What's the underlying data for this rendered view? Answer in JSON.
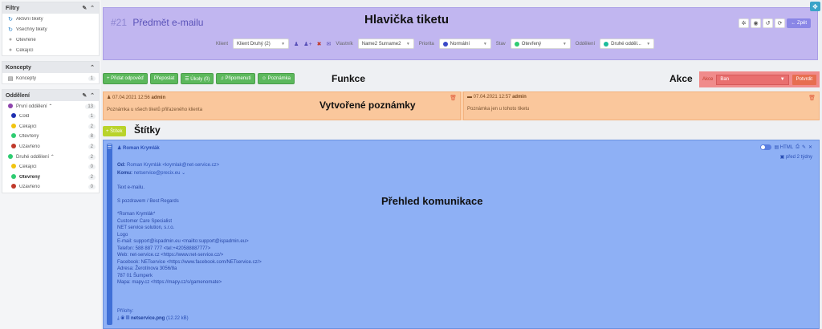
{
  "sidebar": {
    "filters": {
      "title": "Filtry",
      "tools": "✎ ⌃",
      "items": [
        {
          "icon": "↻",
          "label": "Aktivní tikety"
        },
        {
          "icon": "↻",
          "label": "Všechny tikety"
        },
        {
          "icon": "●",
          "label": "Otevřené"
        },
        {
          "icon": "●",
          "label": "Čekající"
        }
      ]
    },
    "drafts": {
      "title": "Koncepty",
      "tools": "⌃",
      "items": [
        {
          "icon": "▤",
          "label": "Koncepty",
          "count": "1"
        }
      ]
    },
    "departments": {
      "title": "Oddělení",
      "tools": "✎ ⌃",
      "items": [
        {
          "label": "První oddělení ⌃",
          "count": "13",
          "color": "#8e44ad"
        },
        {
          "label": "Cold",
          "count": "1",
          "color": "#1f2fb0"
        },
        {
          "label": "Čekající",
          "count": "2",
          "color": "#f1c40f"
        },
        {
          "label": "Otevřený",
          "count": "8",
          "color": "#2ecc71"
        },
        {
          "label": "Uzavřeno",
          "count": "2",
          "color": "#c0392b"
        },
        {
          "label": "Druhé oddělení ⌃",
          "count": "2",
          "color": "#2ecc71"
        },
        {
          "label": "Čekající",
          "count": "0",
          "color": "#f1c40f"
        },
        {
          "label": "Otevřený",
          "count": "2",
          "color": "#2ecc71"
        },
        {
          "label": "Uzavřeno",
          "count": "0",
          "color": "#c0392b"
        }
      ]
    }
  },
  "header": {
    "number": "#21",
    "subject": "Předmět e-mailu",
    "overlay": "Hlavička tiketu",
    "icons": [
      "✲",
      "◉",
      "↺",
      "⟳"
    ],
    "back": "← Zpět",
    "client_label": "Klient",
    "client_value": "Klient Druhý (2)",
    "client_icons": [
      "♟",
      "♟+",
      "✖",
      "✉"
    ],
    "owner_label": "Vlastník",
    "owner_value": "Name2 Surname2",
    "priority_label": "Priorita",
    "priority_value": "Normální",
    "state_label": "Stav",
    "state_value": "Otevřený",
    "dept_label": "Oddělení",
    "dept_value": "Druhé odděl..."
  },
  "functions": {
    "buttons": [
      "+ Přidat odpověď",
      "Přeposlat",
      "☰ Úkoly (0)",
      "♫ Připomenutí",
      "☺ Poznámka"
    ],
    "overlay": "Funkce"
  },
  "actions": {
    "overlay": "Akce",
    "label": "Akce",
    "value": "Ban",
    "run": "Potvrdit"
  },
  "notes": {
    "overlay": "Vytvořené poznámky",
    "items": [
      {
        "date": "07.04.2021 12:56",
        "author": "admin",
        "text": "Poznámka u všech tiketů přiřazeného klienta"
      },
      {
        "date": "07.04.2021 12:57",
        "author": "admin",
        "text": "Poznámka jen u tohoto tiketu"
      }
    ]
  },
  "tags": {
    "button": "+ Štítek",
    "overlay": "Štítky"
  },
  "communication": {
    "overlay": "Přehled komunikace",
    "author": "Roman Krymlák",
    "from_label": "Od:",
    "from": "Roman Krymlák <krymlak@net-service.cz>",
    "to_label": "Komu:",
    "to": "netservice@precix.eu ⌄",
    "html_label": "HTML",
    "since": "před 2 týdny",
    "lines": [
      "Text e-mailu.",
      "",
      "S pozdravem / Best Regards",
      "",
      "*Roman Krymlák*",
      "Customer Care Specialist",
      "NET service solution, s.r.o.",
      "Logo",
      "E-mail: support@ispadmin.eu <mailto:support@ispadmin.eu>",
      "Telefon: 588 887 777 <tel:+420588887777>",
      "Web: net-service.cz <https://www.net-service.cz/>",
      "Facebook: NETservice <https://www.facebook.com/NETservice.cz/>",
      "Adresa: Žerotínova 3056/8a",
      "787 01 Šumperk",
      "Mapa: mapy.cz <https://mapy.cz/s/gamenomate>"
    ],
    "attach_label": "Přílohy:",
    "attach_file": "netservice.png",
    "attach_size": "(12.22 kB)"
  },
  "corner_icon": "✥"
}
